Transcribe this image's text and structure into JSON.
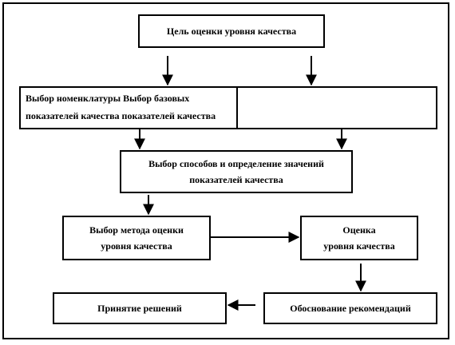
{
  "diagram": {
    "goal": {
      "lines": [
        "Цель оценки уровня качества"
      ]
    },
    "selection": {
      "lines": [
        "Выбор номенклатуры Выбор базовых",
        "показателей качества показателей качества"
      ]
    },
    "methods": {
      "lines": [
        "Выбор способов и определение значений",
        "показателей качества"
      ]
    },
    "method_choice": {
      "lines": [
        "Выбор метода оценки",
        "уровня качества"
      ]
    },
    "assessment": {
      "lines": [
        "Оценка",
        "уровня качества"
      ]
    },
    "decisions": {
      "lines": [
        "Принятие решений"
      ]
    },
    "justification": {
      "lines": [
        "Обоснование рекомендаций"
      ]
    }
  },
  "colors": {
    "line": "#000000",
    "background": "#ffffff"
  }
}
